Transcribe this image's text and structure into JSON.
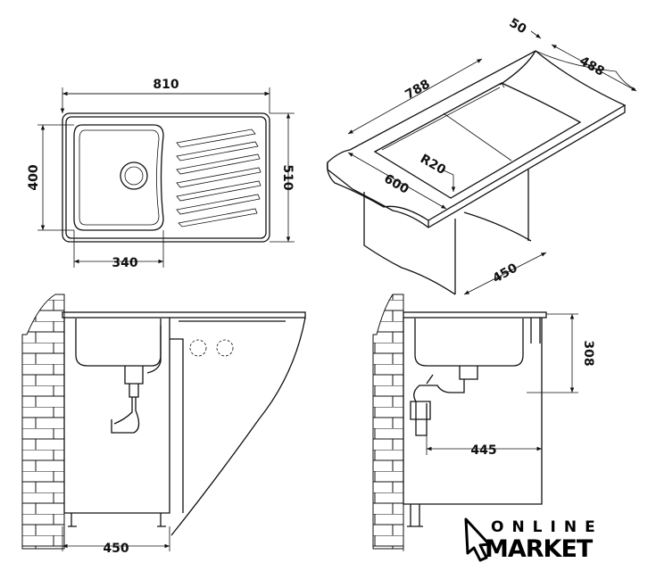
{
  "plan_view": {
    "width": "810",
    "bowl_depth": "400",
    "depth": "510",
    "bowl_width": "340"
  },
  "iso_view": {
    "cutout_length": "788",
    "rear_margin": "50",
    "cutout_depth": "488",
    "front_depth": "600",
    "radius": "R20",
    "cabinet_depth": "450"
  },
  "front_elevation": {
    "cabinet_width": "450"
  },
  "side_elevation": {
    "height": "308",
    "drain_offset": "445"
  },
  "logo": {
    "line1": "ONLINE",
    "line2": "MARKET"
  }
}
